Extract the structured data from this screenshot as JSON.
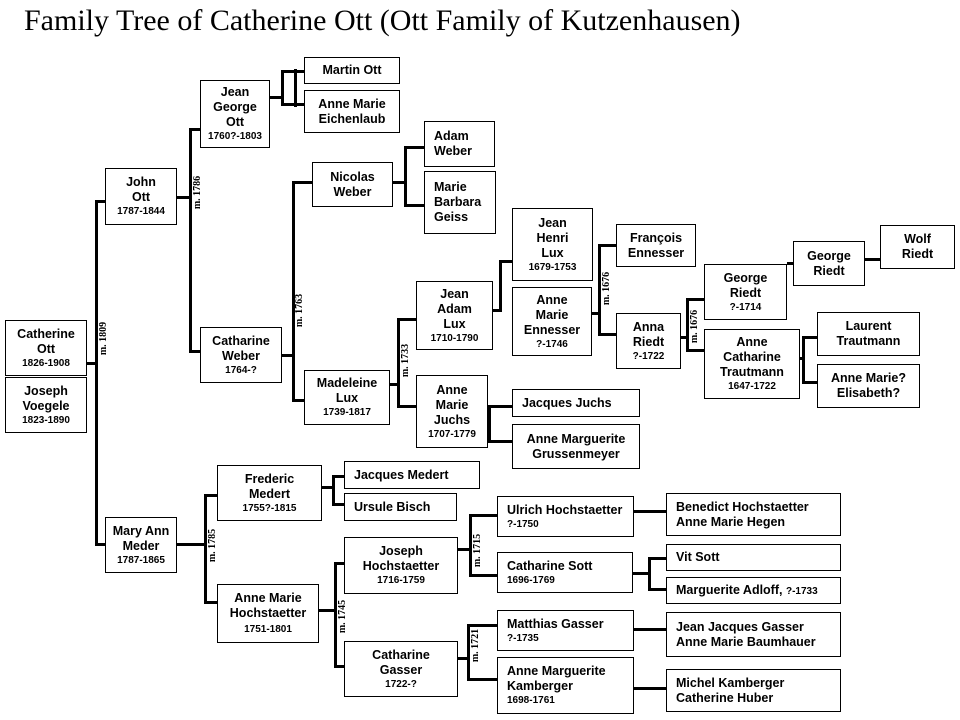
{
  "title": "Family Tree of Catherine Ott (Ott Family of Kutzenhausen)",
  "people": {
    "catherine_ott": {
      "name": "Catherine Ott",
      "dates": "1826-1908"
    },
    "joseph_voegele": {
      "name": "Joseph Voegele",
      "dates": "1823-1890"
    },
    "john_ott": {
      "name": "John Ott",
      "dates": "1787-1844"
    },
    "mary_ann_meder": {
      "name": "Mary Ann Meder",
      "dates": "1787-1865"
    },
    "jean_george_ott": {
      "name": "Jean George Ott",
      "dates": "1760?-1803"
    },
    "catharine_weber": {
      "name": "Catharine Weber",
      "dates": "1764-?"
    },
    "martin_ott": {
      "name": "Martin Ott"
    },
    "anne_marie_eichenlaub": {
      "name": "Anne Marie Eichenlaub"
    },
    "nicolas_weber": {
      "name": "Nicolas Weber"
    },
    "madeleine_lux": {
      "name": "Madeleine Lux",
      "dates": "1739-1817"
    },
    "adam_weber": {
      "name": "Adam Weber"
    },
    "marie_barbara_geiss": {
      "name": "Marie Barbara Geiss"
    },
    "jean_adam_lux": {
      "name": "Jean Adam Lux",
      "dates": "1710-1790"
    },
    "anne_marie_juchs": {
      "name": "Anne Marie Juchs",
      "dates": "1707-1779"
    },
    "jean_henri_lux": {
      "name": "Jean Henri Lux",
      "dates": "1679-1753"
    },
    "anne_marie_ennesser": {
      "name": "Anne Marie Ennesser",
      "dates": "?-1746"
    },
    "jacques_juchs": {
      "name": "Jacques Juchs"
    },
    "anne_marguerite_grussenmeyer": {
      "name": "Anne Marguerite Grussenmeyer"
    },
    "francois_ennesser": {
      "name": "François Ennesser"
    },
    "anna_riedt": {
      "name": "Anna Riedt",
      "dates": "?-1722"
    },
    "george_riedt_1714": {
      "name": "George Riedt",
      "dates": "?-1714"
    },
    "anne_catharine_trautmann": {
      "name": "Anne Catharine Trautmann",
      "dates": "1647-1722"
    },
    "george_riedt": {
      "name": "George Riedt"
    },
    "wolf_riedt": {
      "name": "Wolf Riedt"
    },
    "laurent_trautmann": {
      "name": "Laurent Trautmann"
    },
    "anne_marie_elisabeth": {
      "name": "Anne Marie? Elisabeth?"
    },
    "frederic_medert": {
      "name": "Frederic Medert",
      "dates": "1755?-1815"
    },
    "anne_marie_hochstaetter": {
      "name": "Anne Marie Hochstaetter",
      "dates": "1751-1801"
    },
    "jacques_medert": {
      "name": "Jacques Medert"
    },
    "ursule_bisch": {
      "name": "Ursule Bisch"
    },
    "joseph_hochstaetter": {
      "name": "Joseph Hochstaetter",
      "dates": "1716-1759"
    },
    "catharine_gasser": {
      "name": "Catharine Gasser",
      "dates": "1722-?"
    },
    "ulrich_hochstaetter": {
      "name": "Ulrich Hochstaetter",
      "dates": "?-1750"
    },
    "catharine_sott": {
      "name": "Catharine Sott",
      "dates": "1696-1769"
    },
    "matthias_gasser": {
      "name": "Matthias Gasser",
      "dates": "?-1735"
    },
    "anne_marguerite_kamberger": {
      "name": "Anne Marguerite Kamberger",
      "dates": "1698-1761"
    },
    "benedict_hochstaetter": {
      "name": "Benedict Hochstaetter"
    },
    "anne_marie_hegen": {
      "name": "Anne Marie Hegen"
    },
    "vit_sott": {
      "name": "Vit Sott"
    },
    "marguerite_adloff": {
      "name": "Marguerite Adloff,",
      "dates": "?-1733"
    },
    "jean_jacques_gasser": {
      "name": "Jean Jacques Gasser"
    },
    "anne_marie_baumhauer": {
      "name": "Anne Marie Baumhauer"
    },
    "michel_kamberger": {
      "name": "Michel Kamberger"
    },
    "catherine_huber": {
      "name": "Catherine Huber"
    }
  },
  "marriages": {
    "m1809": "m. 1809",
    "m1786": "m. 1786",
    "m1763": "m. 1763",
    "m1733": "m. 1733",
    "m1676a": "m. 1676",
    "m1676b": "m. 1676",
    "m1785": "m. 1785",
    "m1745": "m. 1745",
    "m1715": "m. 1715",
    "m1721": "m. 1721"
  }
}
